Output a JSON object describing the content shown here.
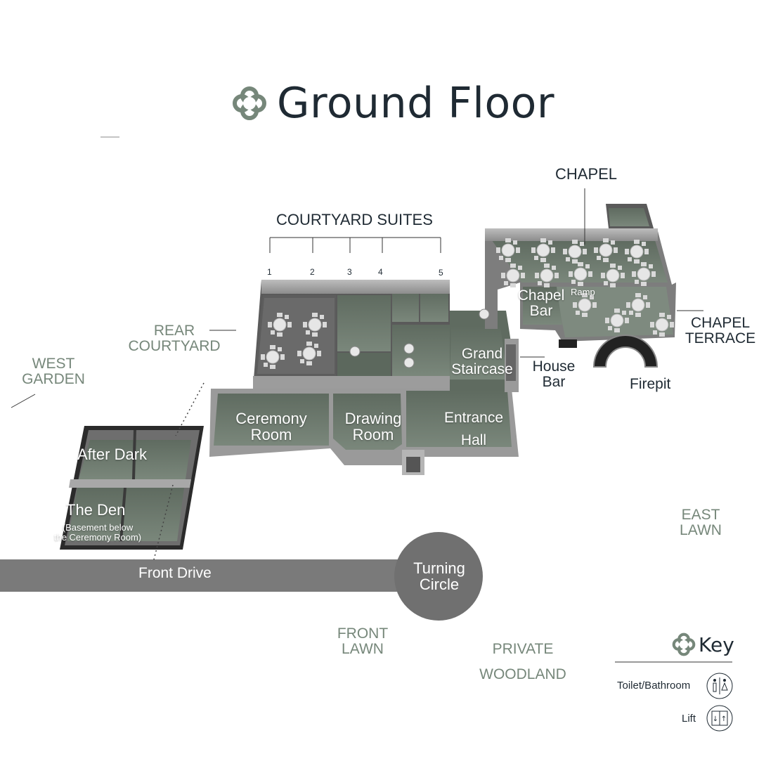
{
  "title": "Ground Floor",
  "logo_icon": "quatrefoil-icon",
  "colors": {
    "accent_green": "#76877a",
    "room_floor": "#6f7d70",
    "wall": "#a3a3a3",
    "wall_dark": "#5f5f5f",
    "drive": "#7a7a7a",
    "text_dark": "#1f2a33"
  },
  "areas": {
    "chapel": "CHAPEL",
    "courtyard_suites": "COURTYARD SUITES",
    "suite_numbers": [
      "1",
      "2",
      "3",
      "4",
      "5"
    ],
    "rear_courtyard": [
      "REAR",
      "COURTYARD"
    ],
    "west_garden": [
      "WEST",
      "GARDEN"
    ],
    "chapel_terrace": [
      "CHAPEL",
      "TERRACE"
    ],
    "east_lawn": [
      "EAST",
      "LAWN"
    ],
    "front_lawn": [
      "FRONT",
      "LAWN"
    ],
    "private_woodland": [
      "PRIVATE",
      "WOODLAND"
    ]
  },
  "rooms": {
    "chapel_bar": [
      "Chapel",
      "Bar"
    ],
    "ramp": "Ramp",
    "grand_staircase": [
      "Grand",
      "Staircase"
    ],
    "house_bar": [
      "House",
      "Bar"
    ],
    "firepit": "Firepit",
    "ceremony_room": [
      "Ceremony",
      "Room"
    ],
    "drawing_room": [
      "Drawing",
      "Room"
    ],
    "entrance_hall": [
      "Entrance",
      "Hall"
    ],
    "after_dark": "After Dark",
    "the_den": "The Den",
    "the_den_note": [
      "(Basement below",
      "the Ceremony Room)"
    ],
    "front_drive": "Front Drive",
    "turning_circle": [
      "Turning",
      "Circle"
    ]
  },
  "key": {
    "title": "Key",
    "items": [
      {
        "label": "Toilet/Bathroom",
        "icon": "toilet-icon"
      },
      {
        "label": "Lift",
        "icon": "lift-icon"
      }
    ]
  }
}
